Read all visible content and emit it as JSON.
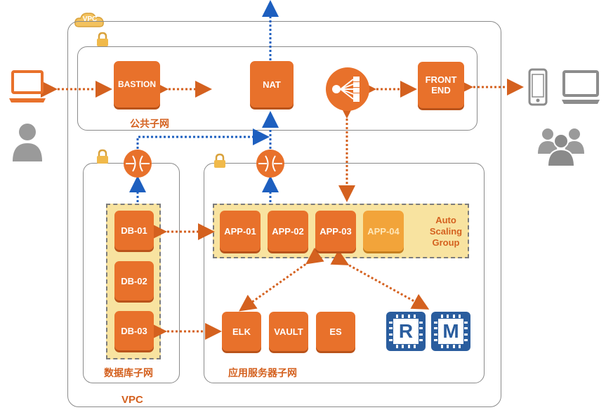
{
  "vpc": {
    "cloud_label": "VPC",
    "bottom_label": "VPC"
  },
  "public_subnet": {
    "label": "公共子网"
  },
  "db_subnet": {
    "label": "数据库子网"
  },
  "app_subnet": {
    "label": "应用服务器子网"
  },
  "nodes": {
    "bastion": "BASTION",
    "nat": "NAT",
    "front_end": "FRONT\nEND",
    "db": [
      "DB-01",
      "DB-02",
      "DB-03"
    ],
    "app": [
      "APP-01",
      "APP-02",
      "APP-03",
      "APP-04"
    ],
    "elk": "ELK",
    "vault": "VAULT",
    "es": "ES"
  },
  "auto_scaling": {
    "label": "Auto\nScaling\nGroup"
  },
  "chips": {
    "r": "R",
    "m": "M"
  },
  "icons": [
    "laptop-icon",
    "person-icon",
    "phone-icon",
    "monitor-icon",
    "group-users-icon",
    "lock-icon",
    "router-icon",
    "load-balancer-icon",
    "cloud-icon"
  ],
  "colors": {
    "orange": "#e8712b",
    "blue_arrow": "#1d5fbf",
    "asg_fill": "#f8e3a0",
    "chip_blue": "#2a5d9e"
  }
}
